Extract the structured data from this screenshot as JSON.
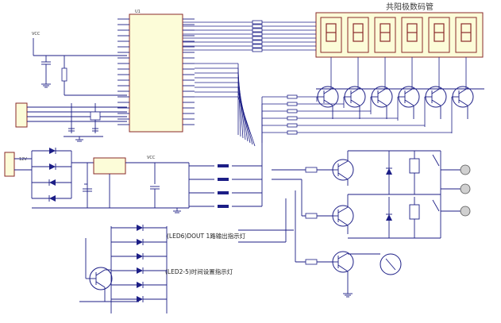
{
  "title": "共阳极数码管",
  "notes": {
    "led_dout": "(LED6)DOUT 1路输出指示灯",
    "led_time": "(LED2-5)时间设置指示灯"
  },
  "connector": {
    "label": "12V"
  },
  "chip": {
    "name": "U1"
  },
  "colors": {
    "wire": "#1c1e86",
    "part": "#8a2a2a",
    "fill": "#fcfcd8",
    "title": "#3a3a3a"
  }
}
